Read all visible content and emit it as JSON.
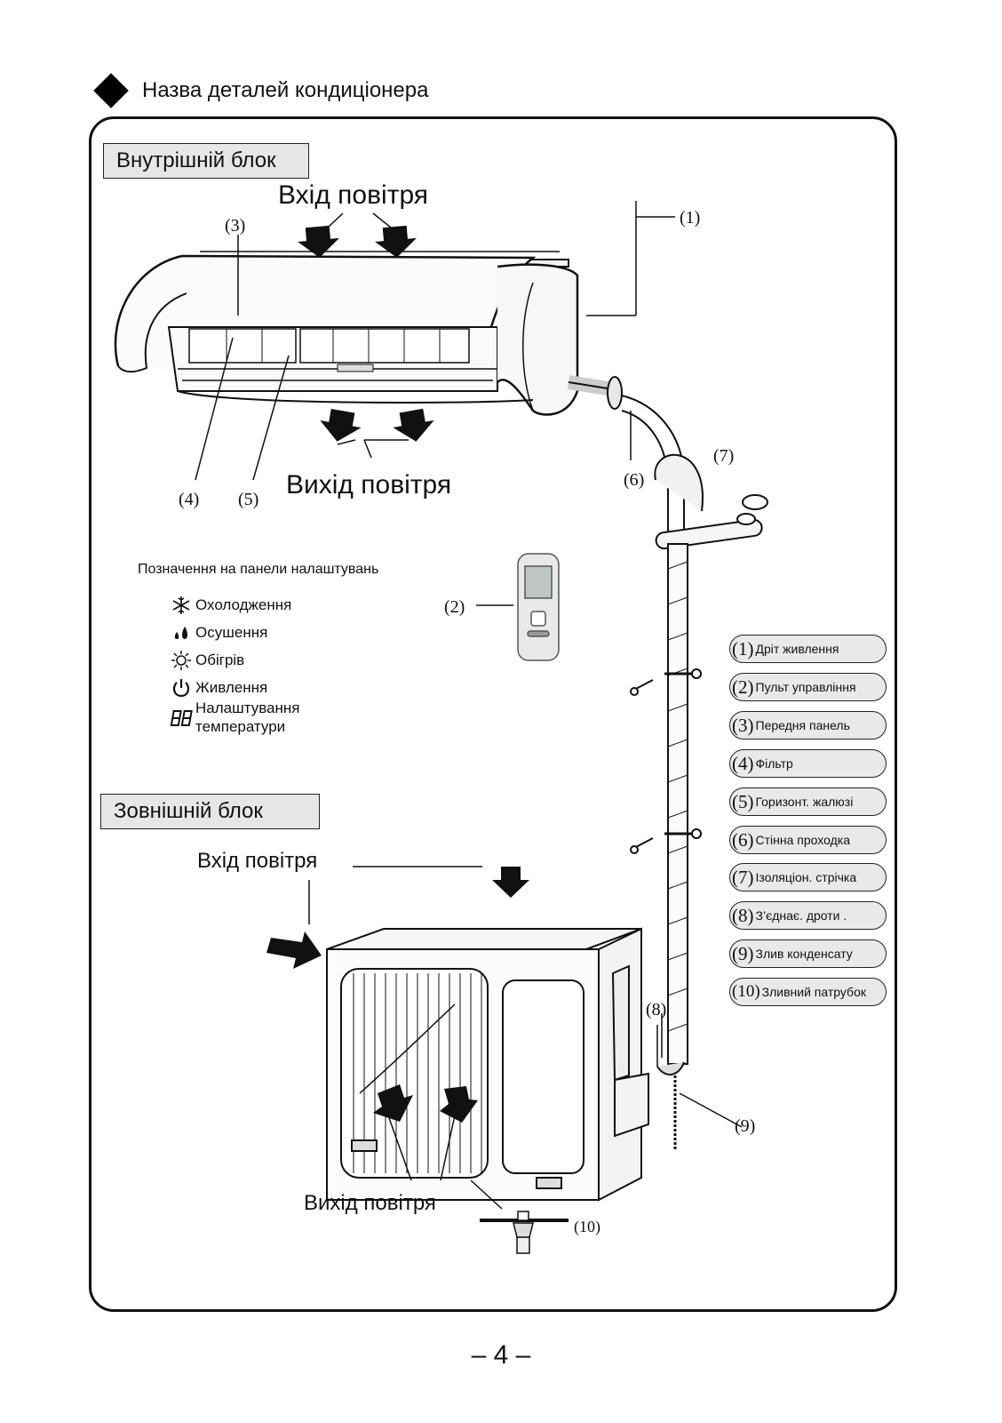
{
  "header": {
    "title": "Назва деталей кондиціонера"
  },
  "indoor": {
    "section_label": "Внутрішній блок",
    "air_in_label": "Вхід повітря",
    "air_out_label": "Вихід повітря"
  },
  "outdoor": {
    "section_label": "Зовнішній блок",
    "air_in_label": "Вхід повітря",
    "air_out_label": "Вихід повітря"
  },
  "callouts": [
    "(1)",
    "(2)",
    "(3)",
    "(4)",
    "(5)",
    "(6)",
    "(7)",
    "(8)",
    "(9)",
    "(10)"
  ],
  "control_panel": {
    "title": "Позначення на панели налаштувань",
    "items": [
      {
        "icon": "snowflake-icon",
        "label": "Охолодження"
      },
      {
        "icon": "droplets-icon",
        "label": "Осушення"
      },
      {
        "icon": "sun-icon",
        "label": "Обігрів"
      },
      {
        "icon": "power-icon",
        "label": "Живлення"
      },
      {
        "icon": "segment-display-icon",
        "label_line1": "Налаштування",
        "label_line2": "температури"
      }
    ]
  },
  "parts": [
    {
      "num": "(1)",
      "label": "Дріт живлення"
    },
    {
      "num": "(2)",
      "label": "Пульт управління"
    },
    {
      "num": "(3)",
      "label": "Передня панель"
    },
    {
      "num": "(4)",
      "label": "Фільтр"
    },
    {
      "num": "(5)",
      "label": "Горизонт. жалюзі"
    },
    {
      "num": "(6)",
      "label": "Стінна проходка"
    },
    {
      "num": "(7)",
      "label": " Ізоляціон. стрічка"
    },
    {
      "num": "(8)",
      "label": "З’єднає. дроти ."
    },
    {
      "num": "(9)",
      "label": "Злив конденсату"
    },
    {
      "num": "(10)",
      "label": "Зливний патрубок"
    }
  ],
  "page_number": "– 4 –",
  "colors": {
    "text": "#111111",
    "box_fill": "#e6e6e6",
    "pill_fill": "#e9e9e9",
    "frame": "#111111"
  }
}
